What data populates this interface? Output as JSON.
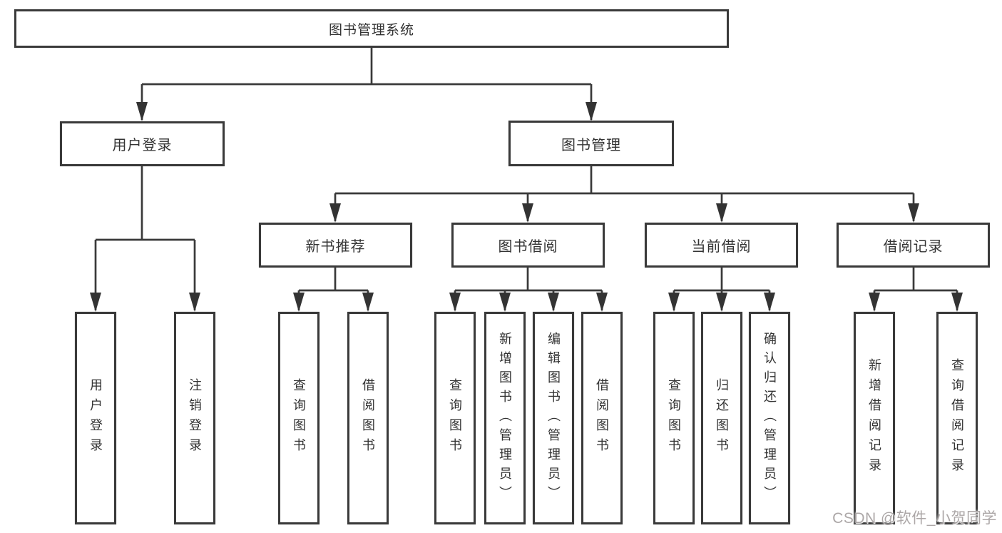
{
  "title": "图书管理系统",
  "level2": {
    "user_login": "用户登录",
    "book_mgmt": "图书管理"
  },
  "level3": {
    "new_books": "新书推荐",
    "borrow": "图书借阅",
    "current": "当前借阅",
    "records": "借阅记录"
  },
  "leaves": {
    "login": [
      "用户登录",
      "注销登录"
    ],
    "new_books": [
      "查询图书",
      "借阅图书"
    ],
    "borrow": [
      "查询图书",
      "新增图书（管理员）",
      "编辑图书（管理员）",
      "借阅图书"
    ],
    "current": [
      "查询图书",
      "归还图书",
      "确认归还（管理员）"
    ],
    "records": [
      "新增借阅记录",
      "查询借阅记录"
    ]
  },
  "watermark": "CSDN @软件_小贺同学",
  "colors": {
    "line": "#3a3a3a",
    "box_border": "#3a3a3a",
    "text": "#333333",
    "watermark": "#a5a0a0"
  }
}
